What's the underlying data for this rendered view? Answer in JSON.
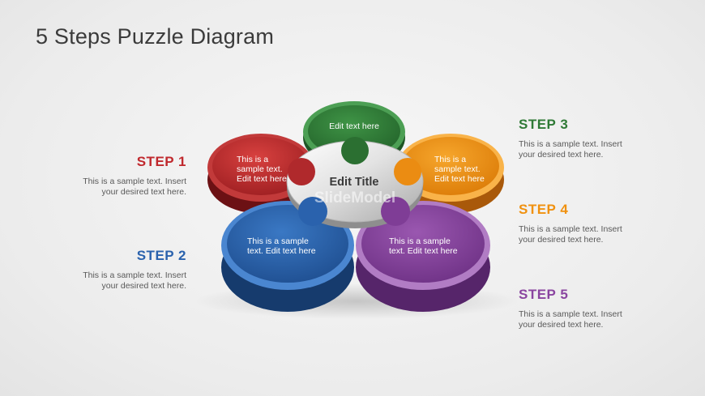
{
  "slide": {
    "title": "5 Steps Puzzle Diagram",
    "center_label": "Edit Title",
    "watermark": "SlideModel"
  },
  "steps": [
    {
      "heading": "STEP 1",
      "color": "#c0282d",
      "desc_line1": "This is a sample text. Insert",
      "desc_line2": "your desired text here.",
      "petal_lines": [
        "This is a",
        "sample text.",
        "Edit text here"
      ]
    },
    {
      "heading": "STEP 2",
      "color": "#2a62ad",
      "desc_line1": "This is a sample text. Insert",
      "desc_line2": "your desired text here.",
      "petal_lines": [
        "This is a sample",
        "text. Edit text here"
      ]
    },
    {
      "heading": "STEP 3",
      "color": "#2f7a36",
      "desc_line1": "This is a sample text. Insert",
      "desc_line2": "your desired text here.",
      "petal_lines": [
        "Edit text here"
      ]
    },
    {
      "heading": "STEP 4",
      "color": "#f0910f",
      "desc_line1": "This is a sample text. Insert",
      "desc_line2": "your desired text here.",
      "petal_lines": [
        "This is a",
        "sample text.",
        "Edit text here"
      ]
    },
    {
      "heading": "STEP 5",
      "color": "#8a45a0",
      "desc_line1": "This is a sample text. Insert",
      "desc_line2": "your desired text here.",
      "petal_lines": [
        "This is a sample",
        "text. Edit text here"
      ]
    }
  ]
}
